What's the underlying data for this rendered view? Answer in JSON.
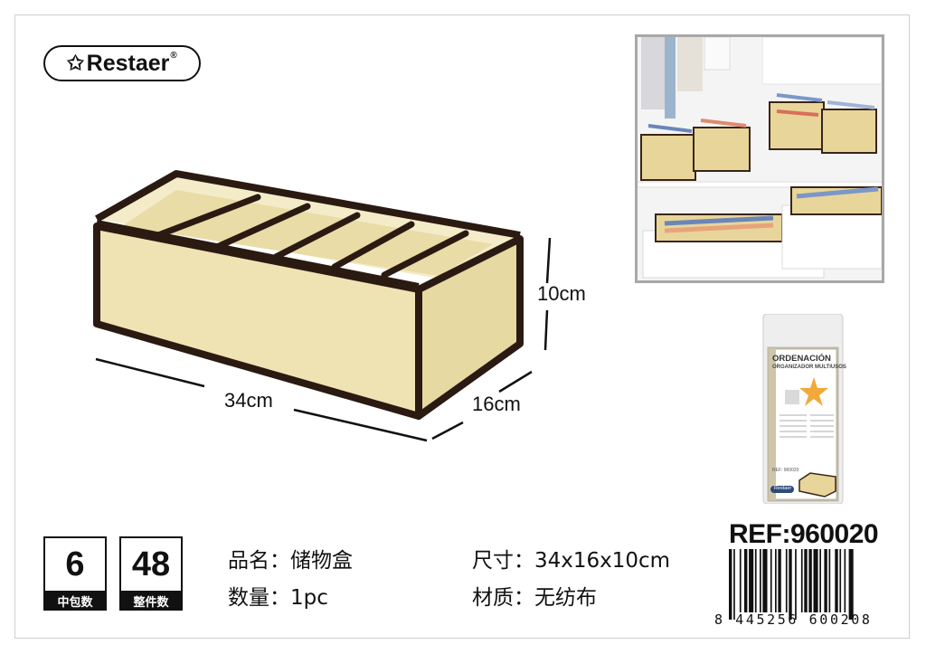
{
  "brand": {
    "logo_text": "Restaer",
    "registered": "®",
    "star_icon": "star-icon"
  },
  "dimensions": {
    "length": "34cm",
    "width": "16cm",
    "height": "10cm"
  },
  "package_text": {
    "title": "ORDENACIÓN",
    "subtitle": "ORGANIZADOR MULTIUSOS",
    "ref_small": "REF: 960020",
    "brand_small": "Restaer"
  },
  "counts": [
    {
      "value": "6",
      "label": "中包数"
    },
    {
      "value": "48",
      "label": "整件数"
    }
  ],
  "info": {
    "name_label": "品名：",
    "name_value": "储物盒",
    "qty_label": "数量：",
    "qty_value": "1pc",
    "size_label": "尺寸：",
    "size_value": "34x16x10cm",
    "material_label": "材质：",
    "material_value": "无纺布"
  },
  "ref": "REF:960020",
  "barcode": "8  445256  600208",
  "colors": {
    "box_fill": "#efe3b3",
    "box_trim": "#2a1a12",
    "text": "#111111"
  }
}
